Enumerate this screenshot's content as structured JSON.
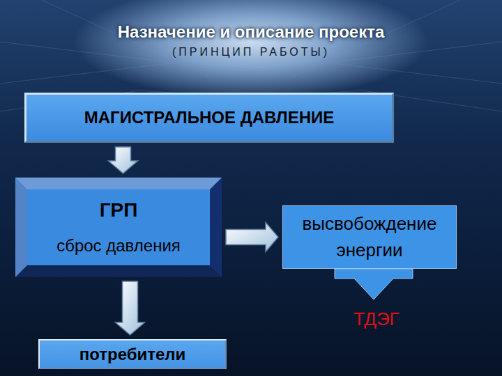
{
  "diagram": {
    "title": "Назначение и описание проекта",
    "nodes": [
      {
        "text": [
          "МАГИСТРАЛЬНОЕ ДАВЛЕНИЕ"
        ]
      },
      {
        "text": [
          "ГРП",
          "сброс давления"
        ]
      },
      {
        "text": [
          "высвобождение энергии"
        ]
      },
      {
        "text": [
          "потребители"
        ]
      }
    ],
    "edges": [
      {
        "from": 0,
        "to": 1,
        "arrow": "to"
      },
      {
        "from": 1,
        "to": 2,
        "arrow": "to"
      },
      {
        "from": 1,
        "to": 3,
        "arrow": "to"
      }
    ],
    "labels": [
      "(ПРИНЦИП РАБОТЫ)",
      "ТДЭГ"
    ]
  }
}
